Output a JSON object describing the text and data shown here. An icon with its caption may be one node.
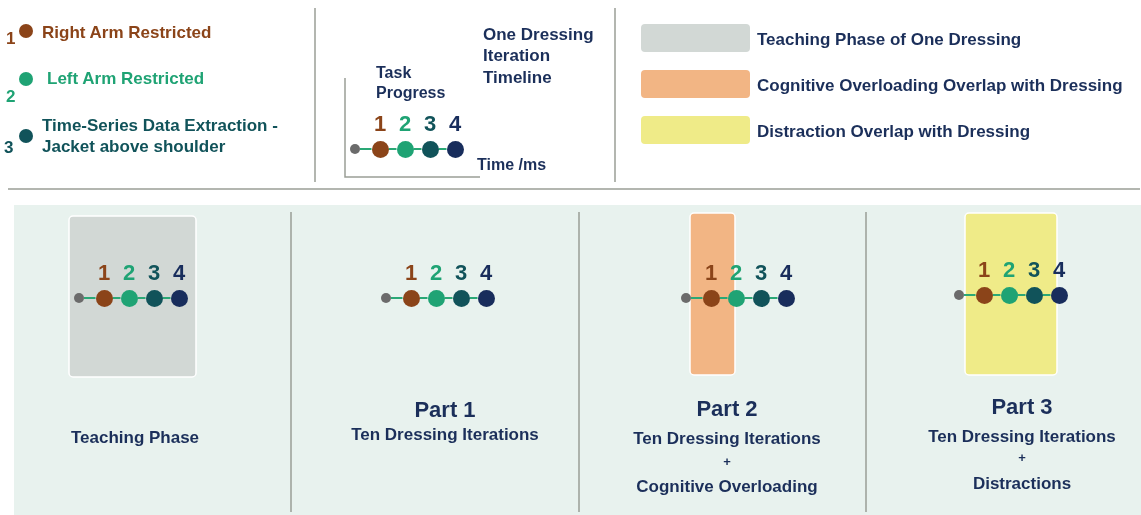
{
  "diagram": {
    "nodes": [
      {
        "text": [],
        "shape": "circle"
      },
      {
        "text": [],
        "shape": "circle",
        "beside": [
          "1"
        ]
      },
      {
        "text": [],
        "shape": "circle",
        "beside": [
          "2"
        ]
      },
      {
        "text": [],
        "shape": "circle",
        "beside": [
          "3"
        ]
      },
      {
        "text": [],
        "shape": "circle",
        "beside": [
          "4"
        ]
      },
      {
        "text": [],
        "shape": "circle"
      },
      {
        "text": [],
        "shape": "circle",
        "beside": [
          "1"
        ]
      },
      {
        "text": [],
        "shape": "circle",
        "beside": [
          "2"
        ]
      },
      {
        "text": [],
        "shape": "circle",
        "beside": [
          "3"
        ]
      },
      {
        "text": [],
        "shape": "circle",
        "beside": [
          "4"
        ]
      },
      {
        "text": [],
        "shape": "circle"
      },
      {
        "text": [],
        "shape": "circle",
        "beside": [
          "1"
        ]
      },
      {
        "text": [],
        "shape": "circle",
        "beside": [
          "2"
        ]
      },
      {
        "text": [],
        "shape": "circle",
        "beside": [
          "3"
        ]
      },
      {
        "text": [],
        "shape": "circle",
        "beside": [
          "4"
        ]
      },
      {
        "text": [],
        "shape": "circle"
      },
      {
        "text": [],
        "shape": "circle",
        "beside": [
          "1"
        ]
      },
      {
        "text": [],
        "shape": "circle",
        "beside": [
          "2"
        ]
      },
      {
        "text": [],
        "shape": "circle",
        "beside": [
          "3"
        ]
      },
      {
        "text": [],
        "shape": "circle",
        "beside": [
          "4"
        ]
      },
      {
        "text": [],
        "shape": "circle"
      },
      {
        "text": [],
        "shape": "circle",
        "beside": [
          "1"
        ]
      },
      {
        "text": [],
        "shape": "circle",
        "beside": [
          "2"
        ]
      },
      {
        "text": [],
        "shape": "circle",
        "beside": [
          "3"
        ]
      },
      {
        "text": [],
        "shape": "circle",
        "beside": [
          "4"
        ]
      }
    ],
    "edges": [
      {
        "from": 0,
        "to": 1,
        "arrow": "none"
      },
      {
        "from": 1,
        "to": 2,
        "arrow": "none"
      },
      {
        "from": 2,
        "to": 3,
        "arrow": "none"
      },
      {
        "from": 3,
        "to": 4,
        "arrow": "none"
      },
      {
        "from": 5,
        "to": 6,
        "arrow": "none"
      },
      {
        "from": 6,
        "to": 7,
        "arrow": "none"
      },
      {
        "from": 7,
        "to": 8,
        "arrow": "none"
      },
      {
        "from": 8,
        "to": 9,
        "arrow": "none"
      },
      {
        "from": 10,
        "to": 11,
        "arrow": "none"
      },
      {
        "from": 11,
        "to": 12,
        "arrow": "none"
      },
      {
        "from": 12,
        "to": 13,
        "arrow": "none"
      },
      {
        "from": 13,
        "to": 14,
        "arrow": "none"
      },
      {
        "from": 15,
        "to": 16,
        "arrow": "none"
      },
      {
        "from": 16,
        "to": 17,
        "arrow": "none"
      },
      {
        "from": 17,
        "to": 18,
        "arrow": "none"
      },
      {
        "from": 18,
        "to": 19,
        "arrow": "none"
      },
      {
        "from": 20,
        "to": 21,
        "arrow": "none"
      },
      {
        "from": 21,
        "to": 22,
        "arrow": "none"
      },
      {
        "from": 22,
        "to": 23,
        "arrow": "none"
      },
      {
        "from": 23,
        "to": 24,
        "arrow": "none"
      }
    ],
    "labels": [
      "1",
      "2",
      "3",
      "One Dressing Iteration Timeline",
      "Task Progress",
      "Time /ms",
      "Teaching Phase",
      "Part 1",
      "Ten Dressing Iterations",
      "Part 2",
      "Ten Dressing Iterations",
      "+",
      "Cognitive Overloading",
      "Part 3",
      "Ten Dressing Iterations",
      "+",
      "Distractions"
    ],
    "legend": [
      {
        "text": "Right Arm Restricted",
        "color": "#8b4419"
      },
      {
        "text": "Left Arm Restricted",
        "color": "#1fa374"
      },
      {
        "text": "Time-Series Data Extraction - Jacket above shoulder",
        "color": "#11535a"
      },
      {
        "text": "Teaching Phase of One Dressing",
        "color": "#d2d8d5"
      },
      {
        "text": "Cognitive Overloading Overlap with Dressing",
        "color": "#f2b584"
      },
      {
        "text": "Distraction Overlap with Dressing",
        "color": "#efeb88"
      }
    ]
  }
}
